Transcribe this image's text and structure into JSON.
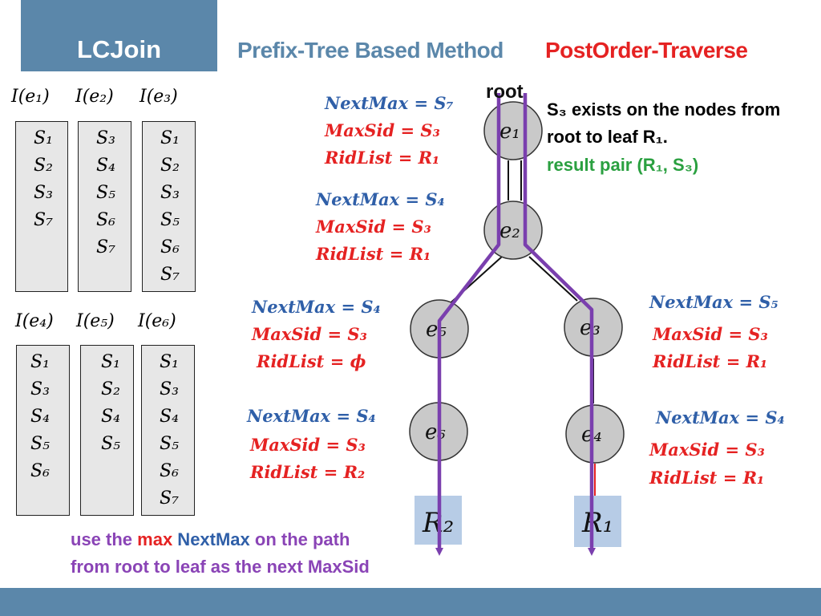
{
  "header": {
    "title": "LCJoin",
    "subtitle_left": "Prefix-Tree Based Method",
    "subtitle_right": "PostOrder-Traverse"
  },
  "inverted_lists": [
    {
      "label": "I(e₁)",
      "items": [
        "S₁",
        "S₂",
        "S₃",
        "S₇"
      ]
    },
    {
      "label": "I(e₂)",
      "items": [
        "S₃",
        "S₄",
        "S₅",
        "S₆",
        "S₇"
      ]
    },
    {
      "label": "I(e₃)",
      "items": [
        "S₁",
        "S₂",
        "S₃",
        "S₅",
        "S₆",
        "S₇"
      ]
    },
    {
      "label": "I(e₄)",
      "items": [
        "S₁",
        "S₃",
        "S₄",
        "S₅",
        "S₆"
      ]
    },
    {
      "label": "I(e₅)",
      "items": [
        "S₁",
        "S₂",
        "S₄",
        "S₅"
      ]
    },
    {
      "label": "I(e₆)",
      "items": [
        "S₁",
        "S₃",
        "S₄",
        "S₅",
        "S₆",
        "S₇"
      ]
    }
  ],
  "tree": {
    "root_label": "root",
    "nodes": {
      "e1": "e₁",
      "e2": "e₂",
      "e3": "e₃",
      "e4": "e₄",
      "e5": "e₅",
      "e6": "e₆"
    },
    "leaves": {
      "r2": "R₂",
      "r1": "R₁"
    }
  },
  "node_info": [
    {
      "node": "e1",
      "next_max": "NextMax  = S₇",
      "max_sid": "MaxSid  = S₃",
      "rid_list": "RidList  = R₁"
    },
    {
      "node": "e2",
      "next_max": "NextMax  = S₄",
      "max_sid": "MaxSid  = S₃",
      "rid_list": "RidList  = R₁"
    },
    {
      "node": "e5",
      "next_max": "NextMax  = S₄",
      "max_sid": "MaxSid  = S₃",
      "rid_list": "RidList  = ϕ"
    },
    {
      "node": "e6",
      "next_max": "NextMax  = S₄",
      "max_sid": "MaxSid  = S₃",
      "rid_list": "RidList  = R₂"
    },
    {
      "node": "e3",
      "next_max": "NextMax  = S₅",
      "max_sid": "MaxSid  = S₃",
      "rid_list": "RidList  = R₁"
    },
    {
      "node": "e4",
      "next_max": "NextMax  = S₄",
      "max_sid": "MaxSid  = S₃",
      "rid_list": "RidList  = R₁"
    }
  ],
  "annotation": {
    "exists_line1": "S₃ exists on the nodes from",
    "exists_line2": "root to leaf R₁.",
    "result_pair": "result pair (R₁, S₃)"
  },
  "footer_note": {
    "line1_a": "use the ",
    "line1_b": "max",
    "line1_c": " NextMax",
    "line1_d": " on the path",
    "line2": "from root to leaf as the next MaxSid"
  },
  "colors": {
    "header_blue": "#5b87aa",
    "next_max_blue": "#2f5fa8",
    "red": "#e52222",
    "purple": "#7a3fae",
    "green": "#2aa040"
  }
}
